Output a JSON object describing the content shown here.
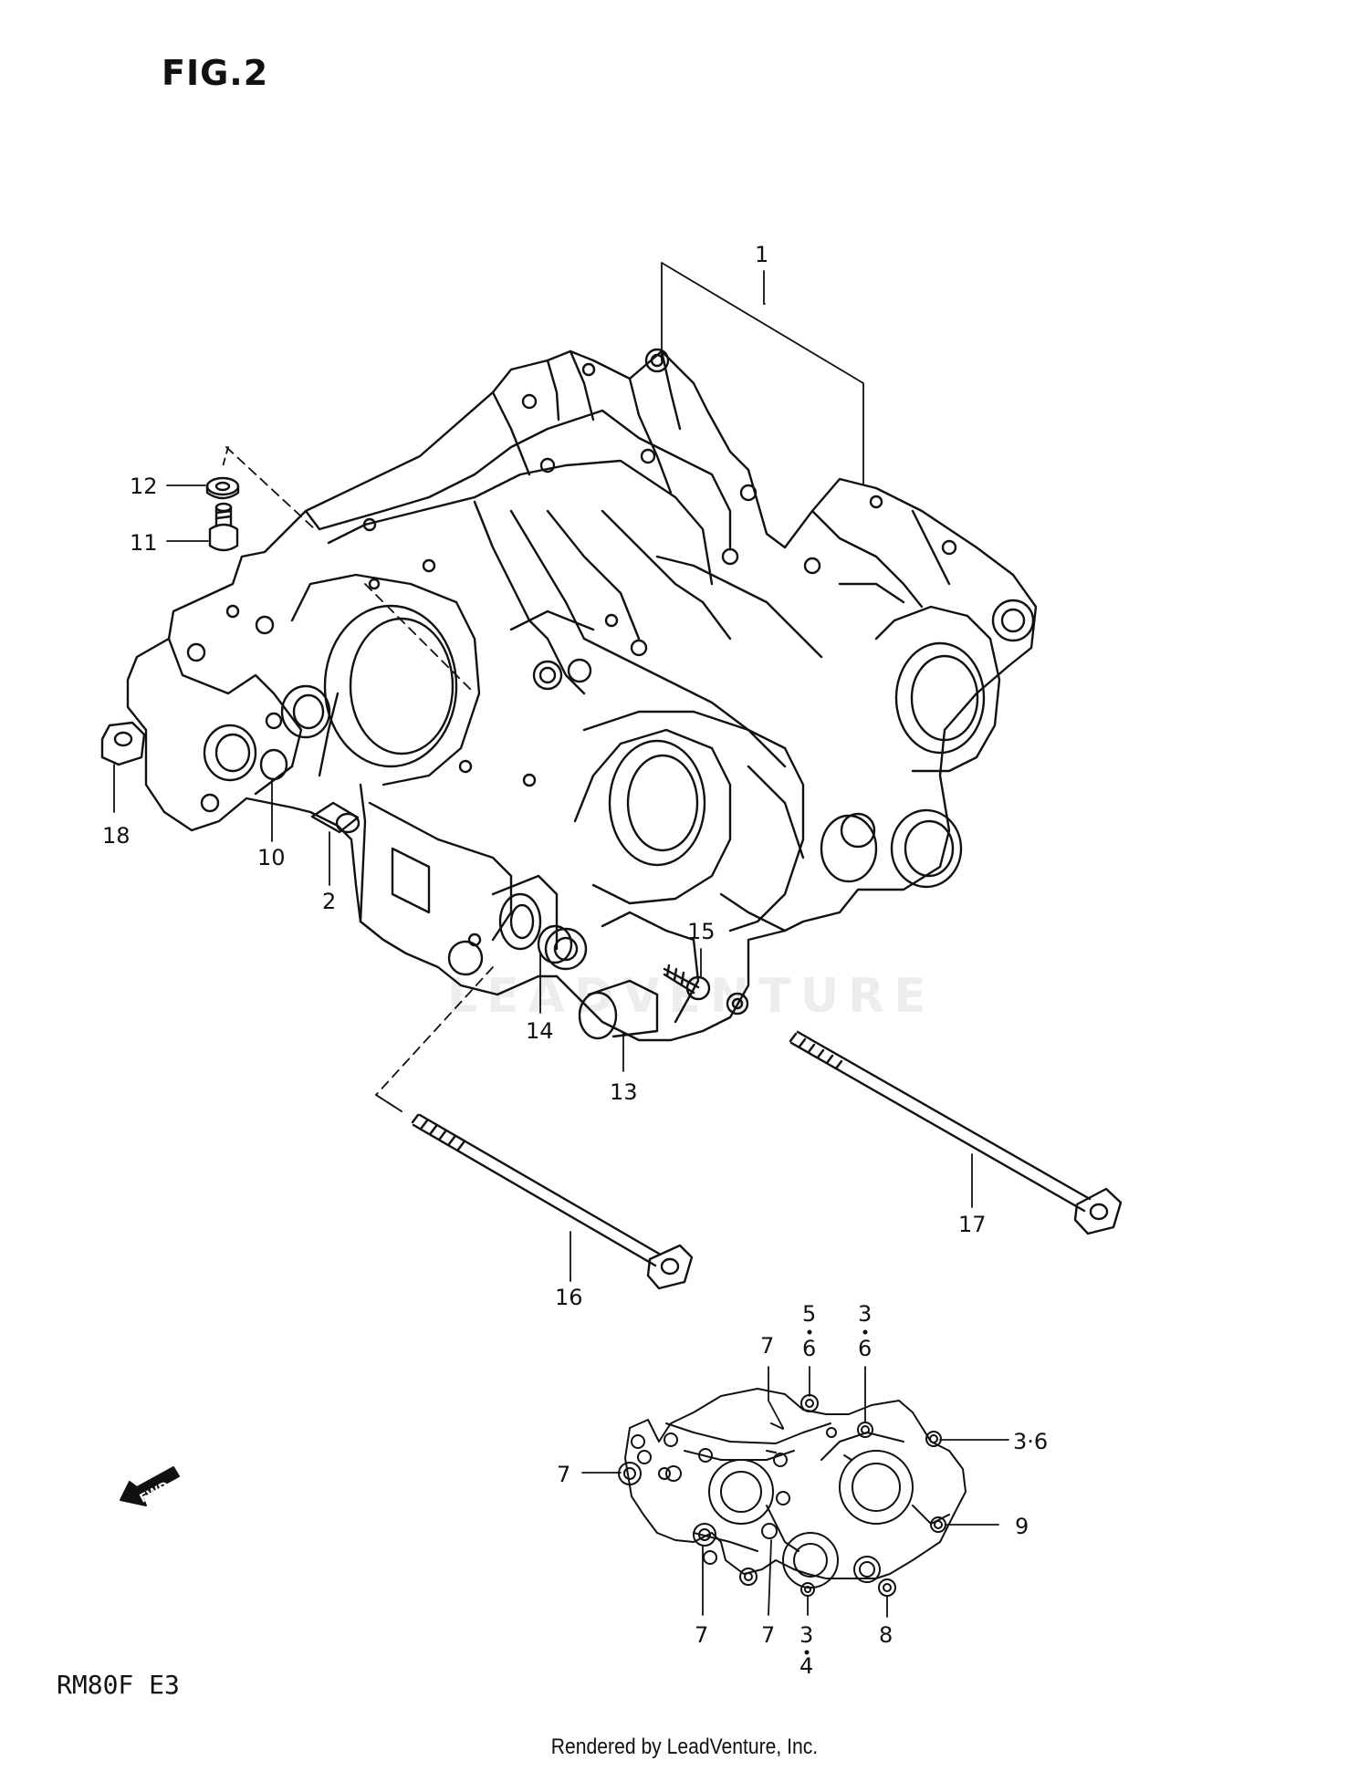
{
  "figure": {
    "title": "FIG.2",
    "model": "RM80F  E3",
    "footer": "Rendered by LeadVenture, Inc.",
    "watermark": "LEADVENTURE",
    "fwd_label": "FWD"
  },
  "callouts": {
    "c1": "1",
    "c2": "2",
    "c10": "10",
    "c11": "11",
    "c12": "12",
    "c13": "13",
    "c14": "14",
    "c15": "15",
    "c16": "16",
    "c17": "17",
    "c18": "18",
    "d5": "5",
    "d6a": "6",
    "d3a": "3",
    "d6b": "6",
    "d7top": "7",
    "d36": "3·6",
    "d7left": "7",
    "d9": "9",
    "d7b1": "7",
    "d7b2": "7",
    "d3b": "3",
    "d4": "4",
    "d8": "8"
  }
}
